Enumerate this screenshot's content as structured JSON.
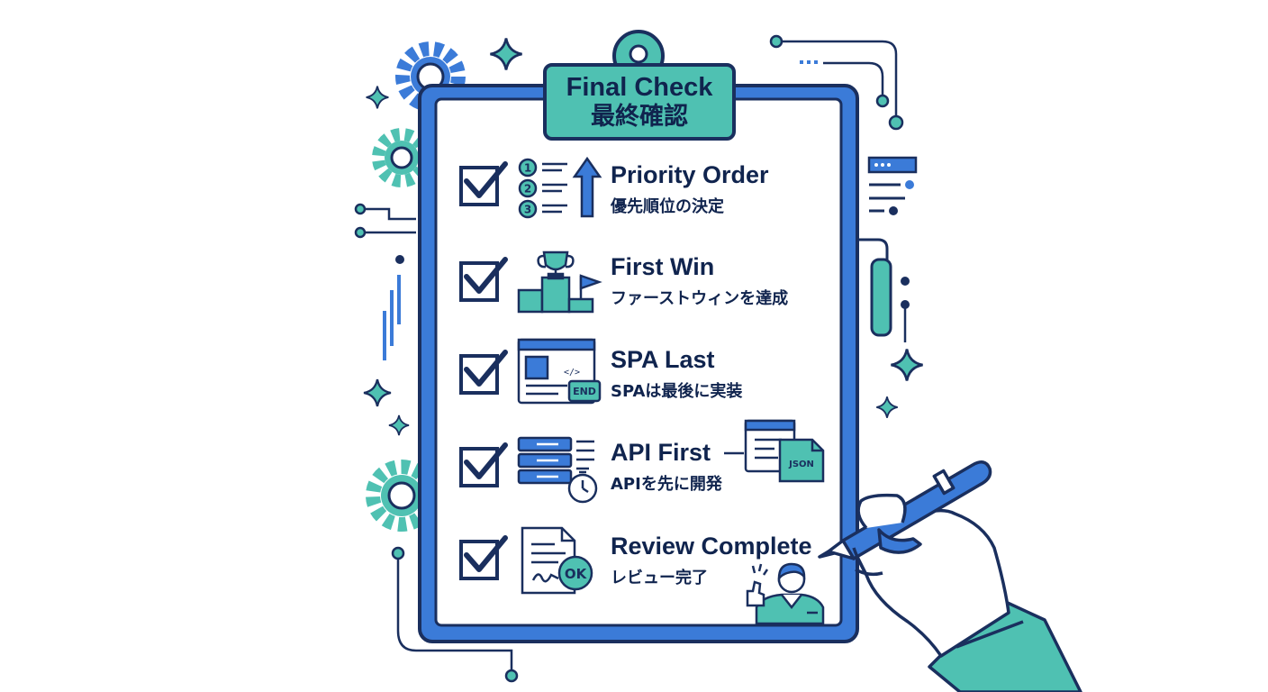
{
  "header": {
    "title_en": "Final Check",
    "title_jp": "最終確認"
  },
  "items": [
    {
      "title": "Priority Order",
      "subtitle": "優先順位の決定",
      "checked": true,
      "icon": "numbered-list-up-arrow-icon"
    },
    {
      "title": "First Win",
      "subtitle": "ファーストウィンを達成",
      "checked": true,
      "icon": "trophy-podium-flag-icon"
    },
    {
      "title": "SPA Last",
      "subtitle": "SPAは最後に実装",
      "checked": true,
      "icon": "browser-window-end-icon"
    },
    {
      "title": "API First",
      "subtitle": "APIを先に開発",
      "checked": true,
      "icon": "server-stack-stopwatch-icon"
    },
    {
      "title": "Review Complete",
      "subtitle": "レビュー完了",
      "checked": true,
      "icon": "signed-document-ok-icon"
    }
  ],
  "badges": {
    "end": "END",
    "ok": "OK",
    "json": "JSON"
  },
  "colors": {
    "navy": "#1a2f5e",
    "blue": "#3b7bd8",
    "teal": "#4fc1b2",
    "paper": "#ffffff"
  }
}
